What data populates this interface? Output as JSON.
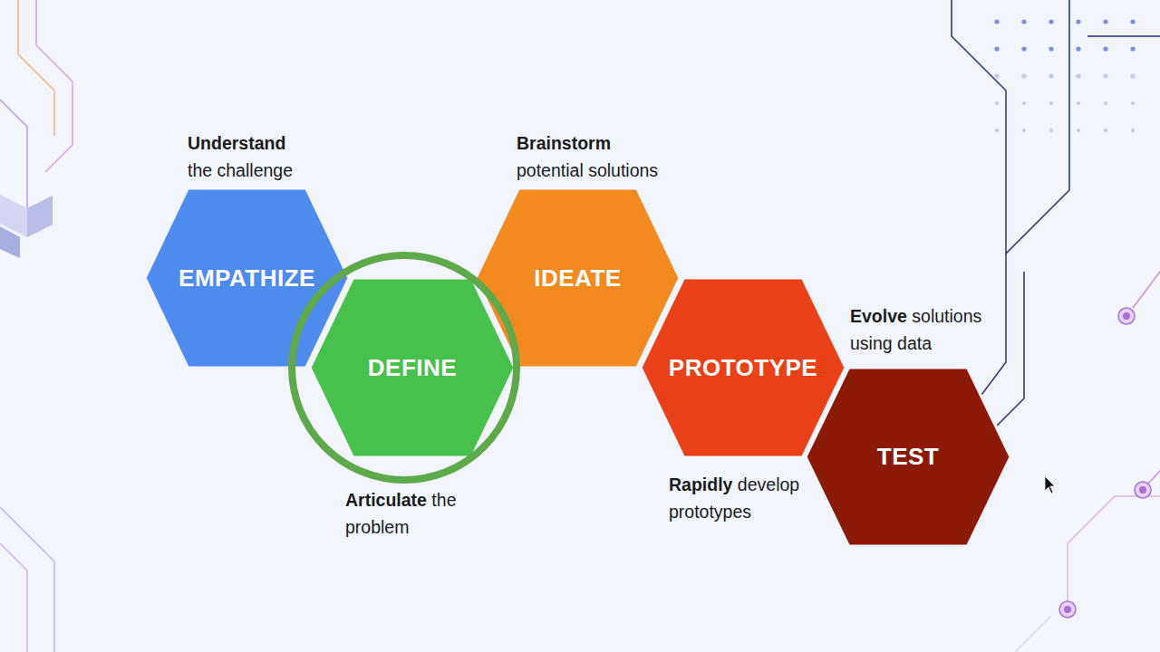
{
  "diagram": {
    "nodes": [
      {
        "text": [
          "EMPATHIZE",
          "Understand the challenge"
        ]
      },
      {
        "text": [
          "DEFINE",
          "Articulate the problem"
        ]
      },
      {
        "text": [
          "IDEATE",
          "Brainstorm potential solutions"
        ]
      },
      {
        "text": [
          "PROTOTYPE",
          "Rapidly develop prototypes"
        ]
      },
      {
        "text": [
          "TEST",
          "Evolve solutions using data"
        ]
      }
    ]
  }
}
